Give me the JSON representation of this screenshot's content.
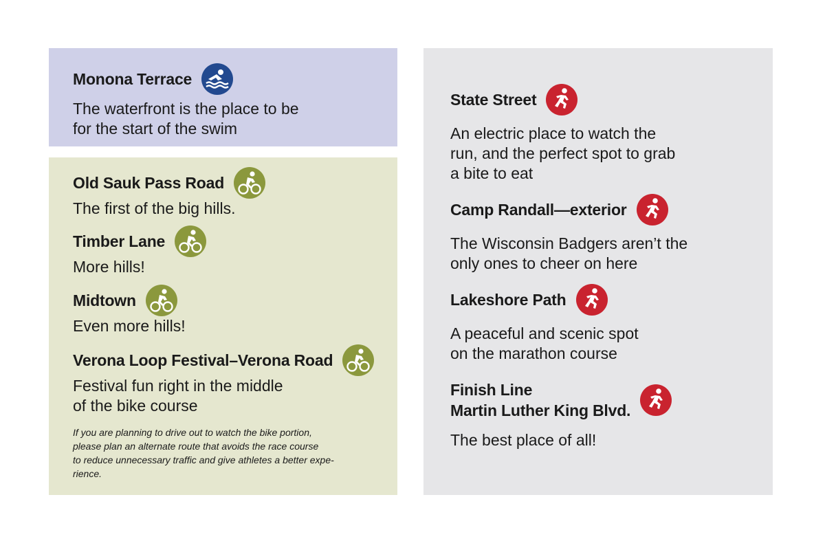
{
  "swim": {
    "items": [
      {
        "title": "Monona Terrace",
        "desc": [
          "The waterfront is the place to be",
          "for the start of the swim"
        ],
        "icon": "swim-icon"
      }
    ]
  },
  "bike": {
    "items": [
      {
        "title": "Old Sauk Pass Road",
        "desc": [
          "The first of the big hills."
        ],
        "icon": "bike-icon"
      },
      {
        "title": "Timber Lane",
        "desc": [
          "More hills!"
        ],
        "icon": "bike-icon"
      },
      {
        "title": "Midtown",
        "desc": [
          "Even more hills!"
        ],
        "icon": "bike-icon"
      },
      {
        "title": "Verona Loop Festival–Verona Road",
        "desc": [
          "Festival fun right in the middle",
          "of the bike course"
        ],
        "icon": "bike-icon"
      }
    ],
    "note": [
      "If you are planning to drive out to watch the bike portion,",
      "please plan an alternate route that avoids the race course",
      "to reduce unnecessary traffic and give athletes a better expe-",
      "rience."
    ]
  },
  "run": {
    "items": [
      {
        "title": [
          "State Street"
        ],
        "desc": [
          "An electric place to watch the",
          "run, and the perfect spot to grab",
          "a bite to eat"
        ],
        "icon": "run-icon"
      },
      {
        "title": [
          "Camp Randall—exterior"
        ],
        "desc": [
          "The Wisconsin Badgers aren’t the",
          "only ones to cheer on here"
        ],
        "icon": "run-icon"
      },
      {
        "title": [
          "Lakeshore Path"
        ],
        "desc": [
          "A peaceful and scenic spot",
          "on the marathon course"
        ],
        "icon": "run-icon"
      },
      {
        "title": [
          "Finish Line",
          "Martin Luther King Blvd."
        ],
        "desc": [
          "The best place of all!"
        ],
        "icon": "run-icon"
      }
    ]
  },
  "colors": {
    "swim_panel": "#cfd0e8",
    "bike_panel": "#e5e7cf",
    "run_panel": "#e6e6e8",
    "swim_icon": "#22498f",
    "bike_icon": "#8b983d",
    "run_icon": "#c9232f"
  }
}
